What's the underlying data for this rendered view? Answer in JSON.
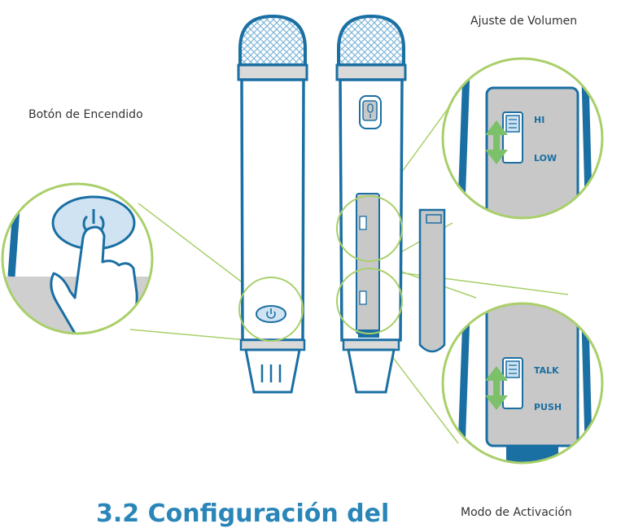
{
  "labels": {
    "volume": "Ajuste de Volumen",
    "power": "Botón de Encendido",
    "mode": "Modo de Activación"
  },
  "switch_labels": {
    "hi": "HI",
    "low": "LOW",
    "talk": "TALK",
    "push": "PUSH"
  },
  "heading": "3.2  Configuración del",
  "colors": {
    "outline": "#1a6fa3",
    "accent_blue": "#2a86b8",
    "callout_green": "#a9cf6a",
    "arrow_green": "#7cc06a",
    "panel_gray": "#c8c8c8",
    "light_blue": "#cfe3f2"
  },
  "icons": [
    "power-icon",
    "microphone-icon",
    "hand-pointer-icon",
    "double-arrow-icon"
  ]
}
